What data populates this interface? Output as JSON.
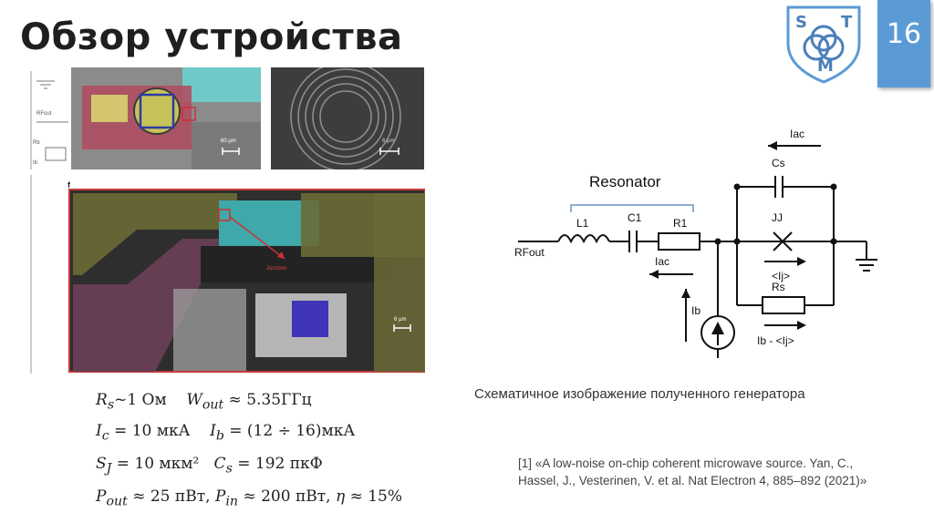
{
  "slide": {
    "title": "Обзор устройства",
    "page_number": "16"
  },
  "logo": {
    "letters": [
      "S",
      "T",
      "M"
    ],
    "accent": "#5b9bd5"
  },
  "micrographs": {
    "top_left": {
      "scale_label": "60 µm",
      "side_labels": [
        "RFout",
        "Rb",
        "Ib"
      ]
    },
    "top_right": {
      "scale_label": "6 µm"
    },
    "bottom": {
      "panel_label": "f",
      "arrow_label": "Junction",
      "scale_label": "6 µm"
    }
  },
  "formulas": {
    "line1": {
      "a": "R",
      "a_sub": "s",
      "a_rest": "~1 Ом",
      "b": "W",
      "b_sub": "out",
      "b_rest": " ≈ 5.35ГГц"
    },
    "line2": {
      "a": "I",
      "a_sub": "c",
      "a_rest": " = 10 мкА",
      "b": "I",
      "b_sub": "b",
      "b_rest": " = (12 ÷ 16)мкА"
    },
    "line3": {
      "a": "S",
      "a_sub": "J",
      "a_rest": " = 10 мкм²",
      "b": "C",
      "b_sub": "s",
      "b_rest": " = 192 пкФ"
    },
    "line4": {
      "a": "P",
      "a_sub": "out",
      "a_rest": " ≈ 25 пВт,",
      "b": "P",
      "b_sub": "in",
      "b_rest": " ≈ 200 пВт,",
      "c": "η",
      "c_rest": " ≈ 15%"
    }
  },
  "circuit": {
    "labels": {
      "resonator": "Resonator",
      "rfout": "RFout",
      "l1": "L1",
      "c1": "C1",
      "r1": "R1",
      "iac_top": "Iac",
      "iac_mid": "Iac",
      "cs": "Cs",
      "jj": "JJ",
      "ij": "<Ij>",
      "rs": "Rs",
      "ib": "Ib",
      "ib_minus_ij": "Ib - <Ij>"
    }
  },
  "caption": "Схематичное изображение полученного генератора",
  "reference": "[1] «A low-noise on-chip coherent microwave source. Yan, C., Hassel, J., Vesterinen, V. et al. Nat Electron 4, 885–892 (2021)»"
}
